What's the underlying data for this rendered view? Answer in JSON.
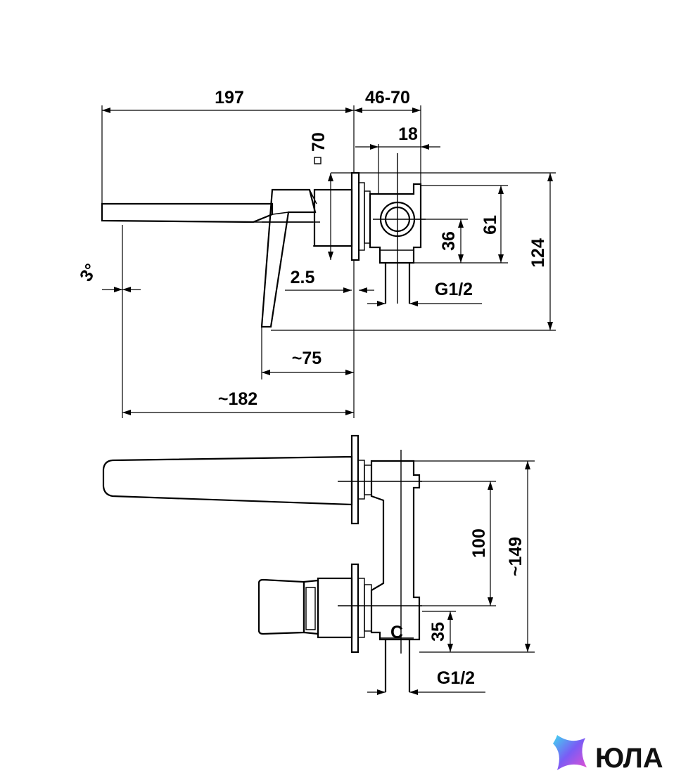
{
  "top_view": {
    "dims": {
      "d197": "197",
      "d46_70": "46-70",
      "d18": "18",
      "sq70": "70",
      "d61": "61",
      "d36": "36",
      "d124": "124",
      "angle": "3°",
      "d2_5": "2.5",
      "thread": "G1/2",
      "d75": "~75",
      "d182": "~182"
    }
  },
  "front_view": {
    "dims": {
      "d100": "100",
      "d149": "~149",
      "d35": "35",
      "thread": "G1/2",
      "cold_mark": "C"
    }
  },
  "brand": {
    "name": "ЮЛА",
    "colors": {
      "gradient_start": "#3fd8f0",
      "gradient_mid": "#7a5cf5",
      "gradient_end": "#e64fd1"
    }
  }
}
